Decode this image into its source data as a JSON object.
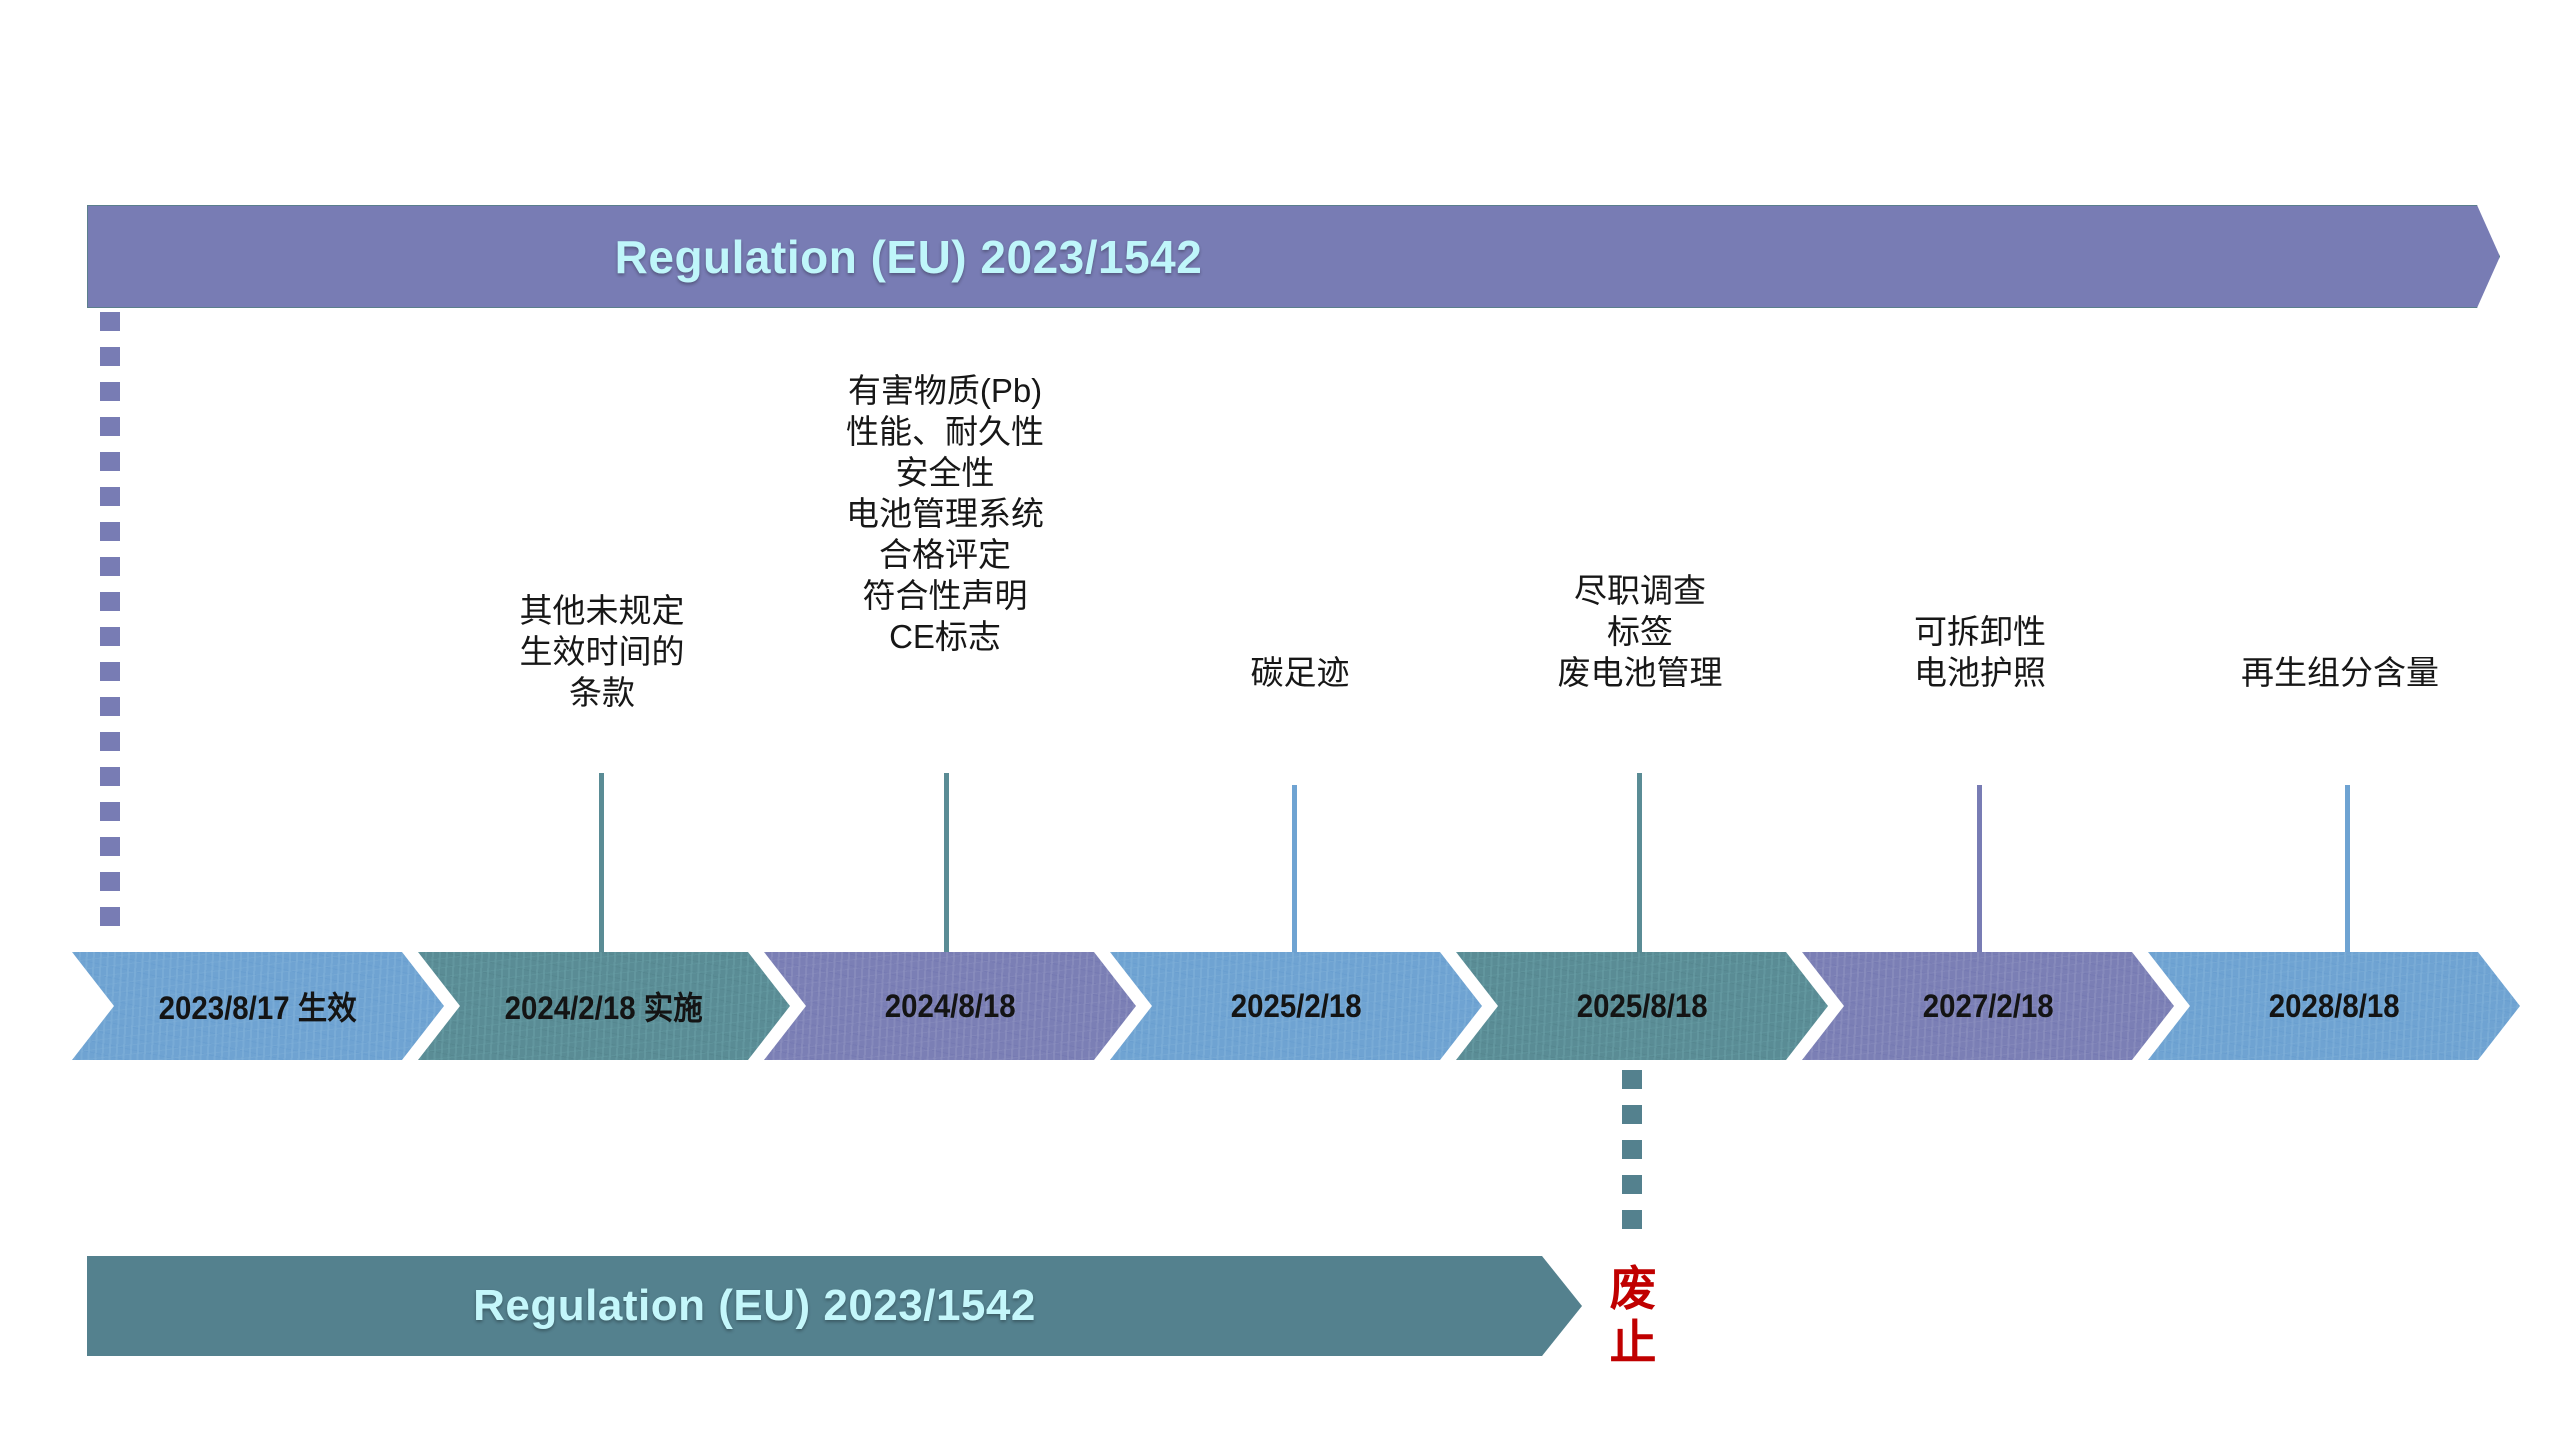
{
  "banners": {
    "top": {
      "title": "Regulation (EU) 2023/1542"
    },
    "bottom": {
      "title": "Regulation (EU) 2023/1542"
    }
  },
  "repeal": {
    "char1": "废",
    "char2": "止",
    "color": "#C00000"
  },
  "palette": {
    "blue": "#6FA3D2",
    "teal": "#5A8C95",
    "purple": "#7B7FB5",
    "banner_top": "#787CB4",
    "banner_bottom": "#54818E",
    "banner_text": "#BFF6FA",
    "label_text": "#171717"
  },
  "milestones": [
    {
      "date": "2023/8/17 生效",
      "color_key": "blue",
      "label": "",
      "stem_color": ""
    },
    {
      "date": "2024/2/18 实施",
      "color_key": "teal",
      "label": "其他未规定\n生效时间的\n条款",
      "stem_color": "#5A8C95"
    },
    {
      "date": "2024/8/18",
      "color_key": "purple",
      "label": "有害物质(Pb)\n性能、耐久性\n安全性\n电池管理系统\n合格评定\n符合性声明\nCE标志",
      "stem_color": "#5A8C95"
    },
    {
      "date": "2025/2/18",
      "color_key": "blue",
      "label": "碳足迹",
      "stem_color": "#6FA3D2"
    },
    {
      "date": "2025/8/18",
      "color_key": "teal",
      "label": "尽职调查\n标签\n废电池管理",
      "stem_color": "#5A8C95"
    },
    {
      "date": "2027/2/18",
      "color_key": "purple",
      "label": "可拆卸性\n电池护照",
      "stem_color": "#787CB4"
    },
    {
      "date": "2028/8/18",
      "color_key": "blue",
      "label": "再生组分含量",
      "stem_color": "#6FA3D2"
    }
  ]
}
